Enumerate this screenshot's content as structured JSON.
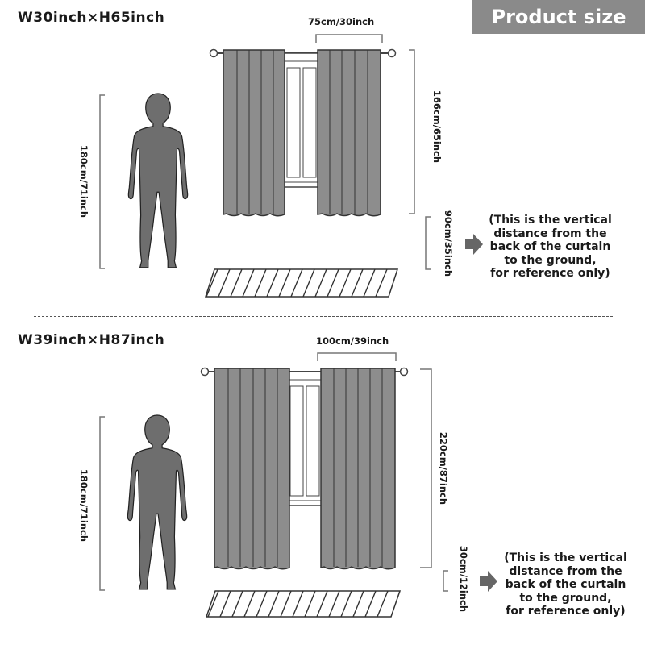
{
  "header": {
    "title": "Product size"
  },
  "sizes": [
    {
      "title": "W30inch×H65inch",
      "width_label": "75cm/30inch",
      "height_label": "166cm/65inch",
      "person_label": "180cm/71inch",
      "ground_label": "90cm/35inch",
      "note_lines": [
        "(This is the vertical",
        "distance from the",
        "back of the curtain",
        "to the ground,",
        "for reference only)"
      ]
    },
    {
      "title": "W39inch×H87inch",
      "width_label": "100cm/39inch",
      "height_label": "220cm/87inch",
      "person_label": "180cm/71inch",
      "ground_label": "30cm/12inch",
      "note_lines": [
        "(This is the vertical",
        "distance from the",
        "back of the curtain",
        "to the ground,",
        "for reference only)"
      ]
    }
  ],
  "colors": {
    "curtain": "#8d8d8d",
    "person": "#6e6e6e",
    "badge": "#8a8a8a"
  }
}
